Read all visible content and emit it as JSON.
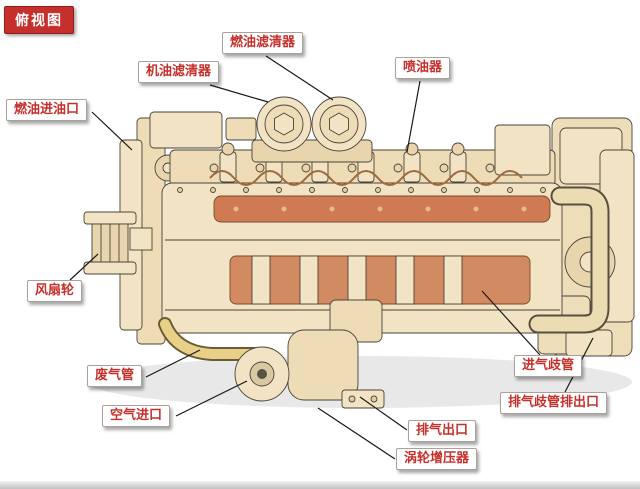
{
  "badge": {
    "label": "俯视图"
  },
  "labels": [
    {
      "id": "fuel-filter",
      "text": "燃油滤清器"
    },
    {
      "id": "oil-filter",
      "text": "机油滤清器"
    },
    {
      "id": "injector",
      "text": "喷油器"
    },
    {
      "id": "fuel-inlet",
      "text": "燃油进油口"
    },
    {
      "id": "fan-wheel",
      "text": "风扇轮"
    },
    {
      "id": "waste-gas-pipe",
      "text": "废气管"
    },
    {
      "id": "air-inlet",
      "text": "空气进口"
    },
    {
      "id": "exhaust-outlet",
      "text": "排气出口"
    },
    {
      "id": "turbocharger",
      "text": "涡轮增压器"
    },
    {
      "id": "intake-manifold",
      "text": "进气歧管"
    },
    {
      "id": "exhaust-manifold-outlet",
      "text": "排气歧管排出口"
    }
  ],
  "colors": {
    "badge_bg": "#c5302c",
    "label_text": "#c5302c",
    "label_border": "#a9a29a",
    "engine_cream": "#f2e3c4",
    "engine_cream_dark": "#e8d5ad",
    "engine_outline": "#4a4337",
    "valve_cover_orange": "#cf7a52",
    "manifold_orange": "#d28a60",
    "pipe_beige": "#ecdcb4",
    "pipe_yellow": "#e8d089",
    "leader_line": "#1a1a1a"
  }
}
